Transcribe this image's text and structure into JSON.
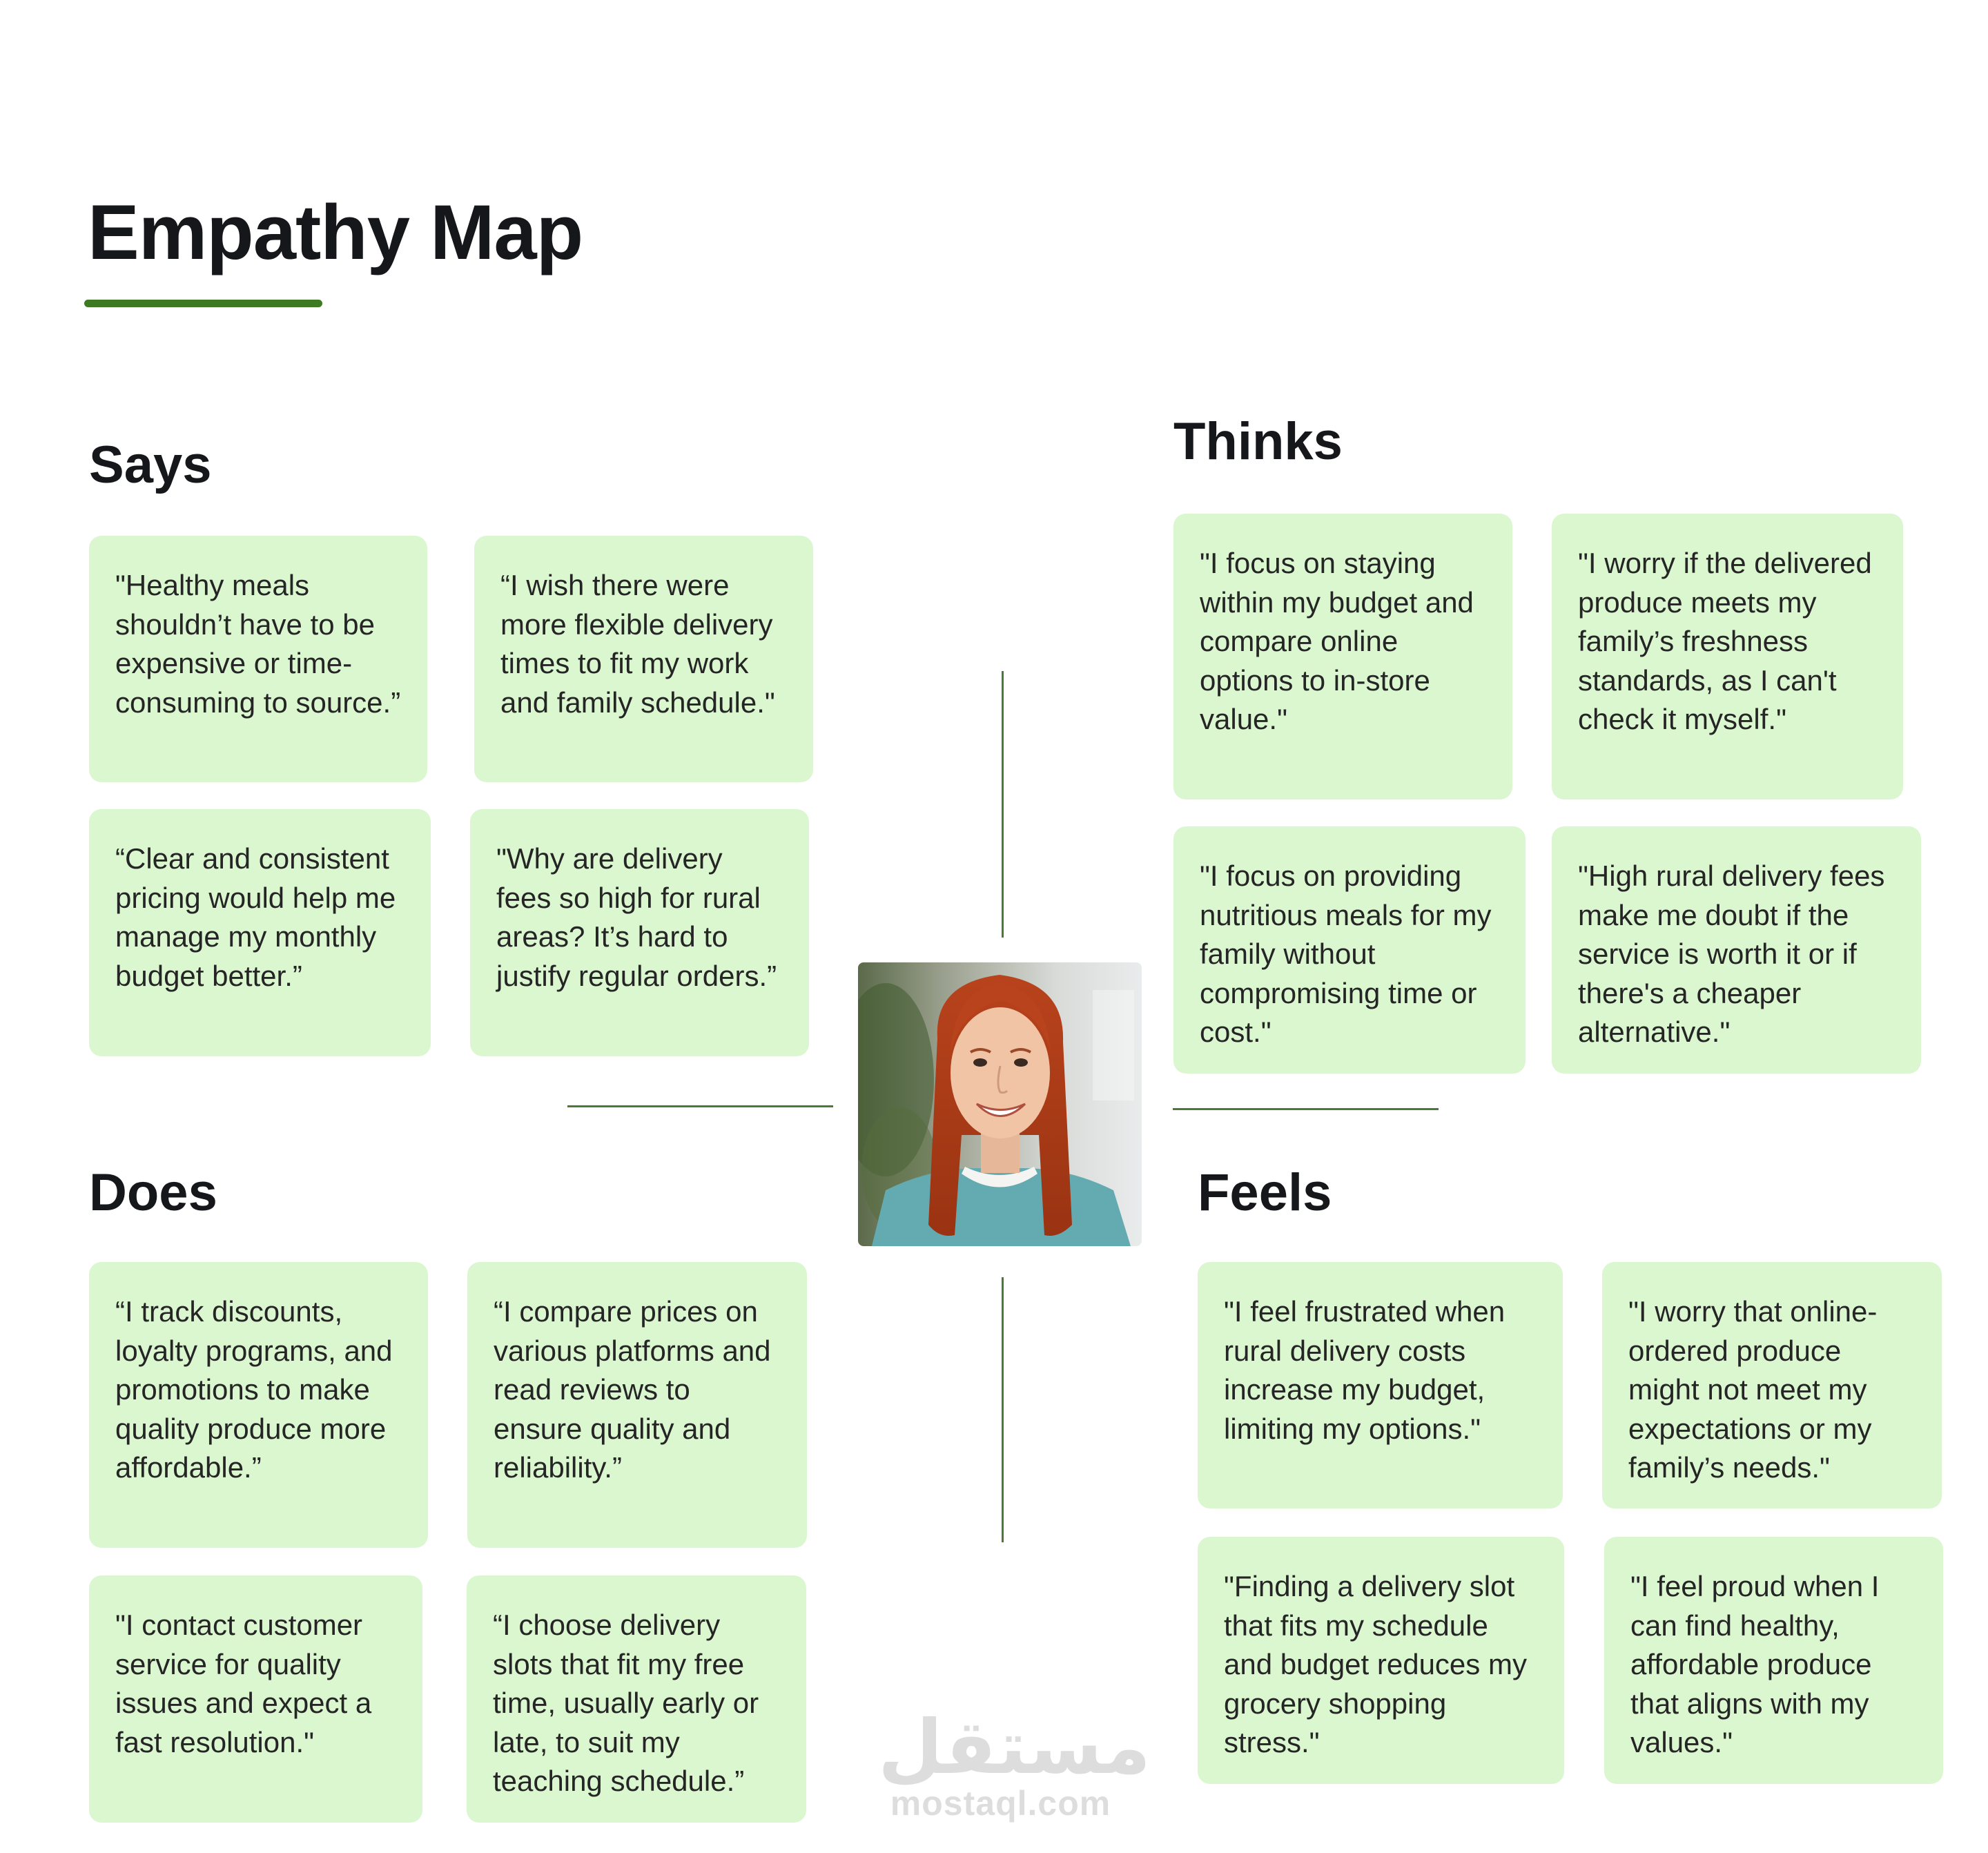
{
  "title": "Empathy Map",
  "colors": {
    "accent": "#3d7a22",
    "card": "#dbf7d0",
    "divider": "#4b7a35"
  },
  "sections": {
    "says": {
      "title": "Says",
      "cards": [
        "\"Healthy meals shouldn’t have to be expensive or time-consuming to source.”",
        "“I wish there were more flexible delivery times to fit my work and family schedule.\"",
        "“Clear and consistent pricing would help me manage my monthly budget better.”",
        "\"Why are delivery fees so high for rural areas? It’s hard to justify regular orders.”"
      ]
    },
    "thinks": {
      "title": "Thinks",
      "cards": [
        "\"I focus on staying within my budget and compare online options to in-store value.\"",
        "\"I worry if the delivered produce meets my family’s freshness standards, as I can't check it myself.\"",
        "\"I focus on providing nutritious meals for my family without compromising time or cost.\"",
        "\"High rural delivery fees make me doubt if the service is worth it or if there's a cheaper alternative.\""
      ]
    },
    "does": {
      "title": "Does",
      "cards": [
        "“I track discounts, loyalty programs, and promotions to make quality produce more affordable.”",
        "“I compare prices on various platforms and read reviews to ensure quality and reliability.”",
        "\"I contact customer service for quality issues and expect a fast resolution.\"",
        "“I choose delivery slots that fit my free time, usually early or late, to suit my teaching schedule.”"
      ]
    },
    "feels": {
      "title": "Feels",
      "cards": [
        "\"I feel frustrated when rural delivery costs increase my budget, limiting my options.\"",
        "\"I worry that online-ordered produce might not meet my expectations or my family’s needs.\"",
        "\"Finding a delivery slot that fits my schedule and budget reduces my grocery shopping stress.\"",
        "\"I feel proud when I can find healthy, affordable produce that aligns with my values.\""
      ]
    }
  },
  "watermark": {
    "arabic": "مستقل",
    "latin": "mostaql.com"
  }
}
